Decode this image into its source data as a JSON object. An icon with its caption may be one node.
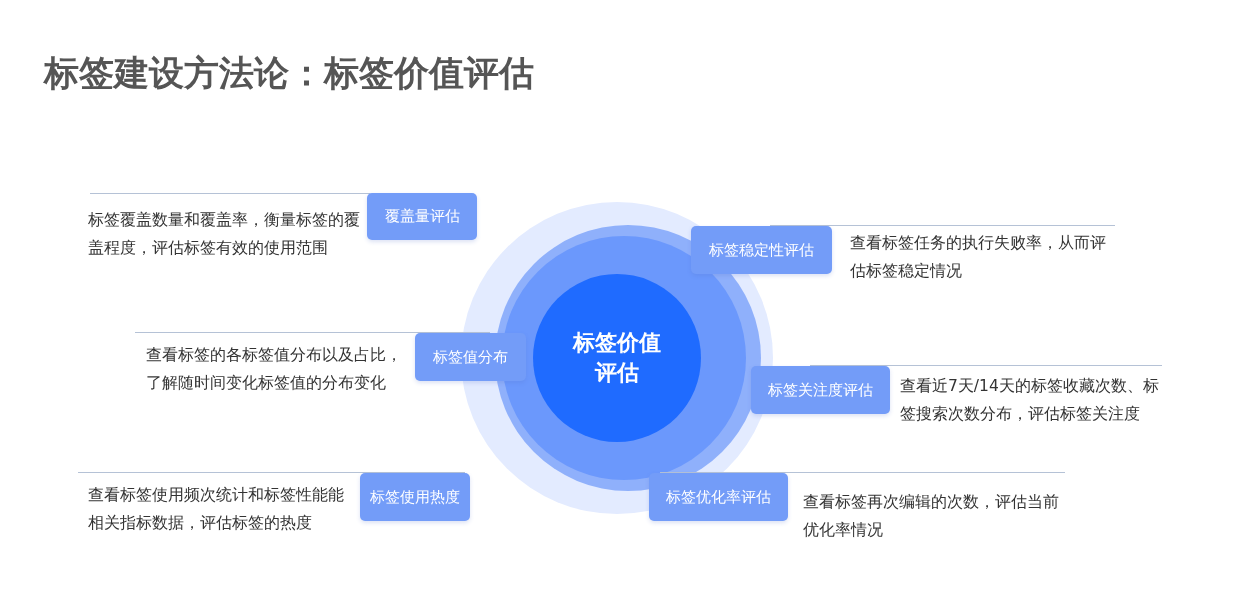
{
  "diagram": {
    "title": "标签建设方法论：标签价值评估",
    "nodes": [
      {
        "text": [
          "标签价值评估"
        ]
      },
      {
        "text": [
          "覆盖量评估"
        ],
        "beside": [
          "标签覆盖数量和覆盖率，衡量标签的覆盖程度，评估标签有效的使用范围"
        ]
      },
      {
        "text": [
          "标签稳定性评估"
        ],
        "beside": [
          "查看标签任务的执行失败率，从而评估标签稳定情况"
        ]
      },
      {
        "text": [
          "标签值分布"
        ],
        "beside": [
          "查看标签的各标签值分布以及占比，了解随时间变化标签值的分布变化"
        ]
      },
      {
        "text": [
          "标签关注度评估"
        ],
        "beside": [
          "查看近7天/14天的标签收藏次数、标签搜索次数分布，评估标签关注度"
        ]
      },
      {
        "text": [
          "标签使用热度"
        ],
        "beside": [
          "查看标签使用频次统计和标签性能能相关指标数据，评估标签的热度"
        ]
      },
      {
        "text": [
          "标签优化率评估"
        ],
        "beside": [
          "查看标签再次编辑的次数，评估当前优化率情况"
        ]
      }
    ]
  }
}
